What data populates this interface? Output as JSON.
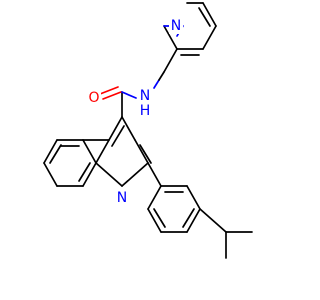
{
  "atoms": {
    "oxygen": "O",
    "amide_nitrogen": "N",
    "amide_hydrogen": "H",
    "pyridine_nitrogen": "N",
    "quinoline_nitrogen": "N"
  },
  "colors": {
    "bond": "#000000",
    "oxygen": "#ff0000",
    "nitrogen": "#0000ff",
    "background": "#ffffff"
  }
}
